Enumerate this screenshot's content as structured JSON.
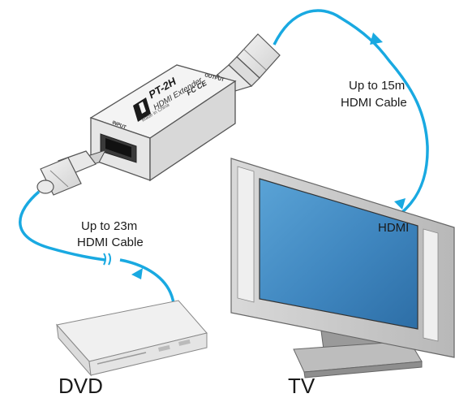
{
  "device": {
    "model": "PT-2H",
    "product": "HDMI Extender",
    "input_label": "INPUT",
    "output_label": "OUTPUT",
    "made_in": "Made in China",
    "cert_marks": "FC CE"
  },
  "labels": {
    "cable_output_line1": "Up to 15m",
    "cable_output_line2": "HDMI Cable",
    "cable_input_line1": "Up to 23m",
    "cable_input_line2": "HDMI Cable",
    "tv_port": "HDMI",
    "source": "DVD",
    "display": "TV"
  },
  "colors": {
    "cable": "#19a9e1",
    "device_body": "#f2f2f2",
    "tv_screen": "#4a8fc4",
    "tv_frame": "#c9c9c9"
  }
}
